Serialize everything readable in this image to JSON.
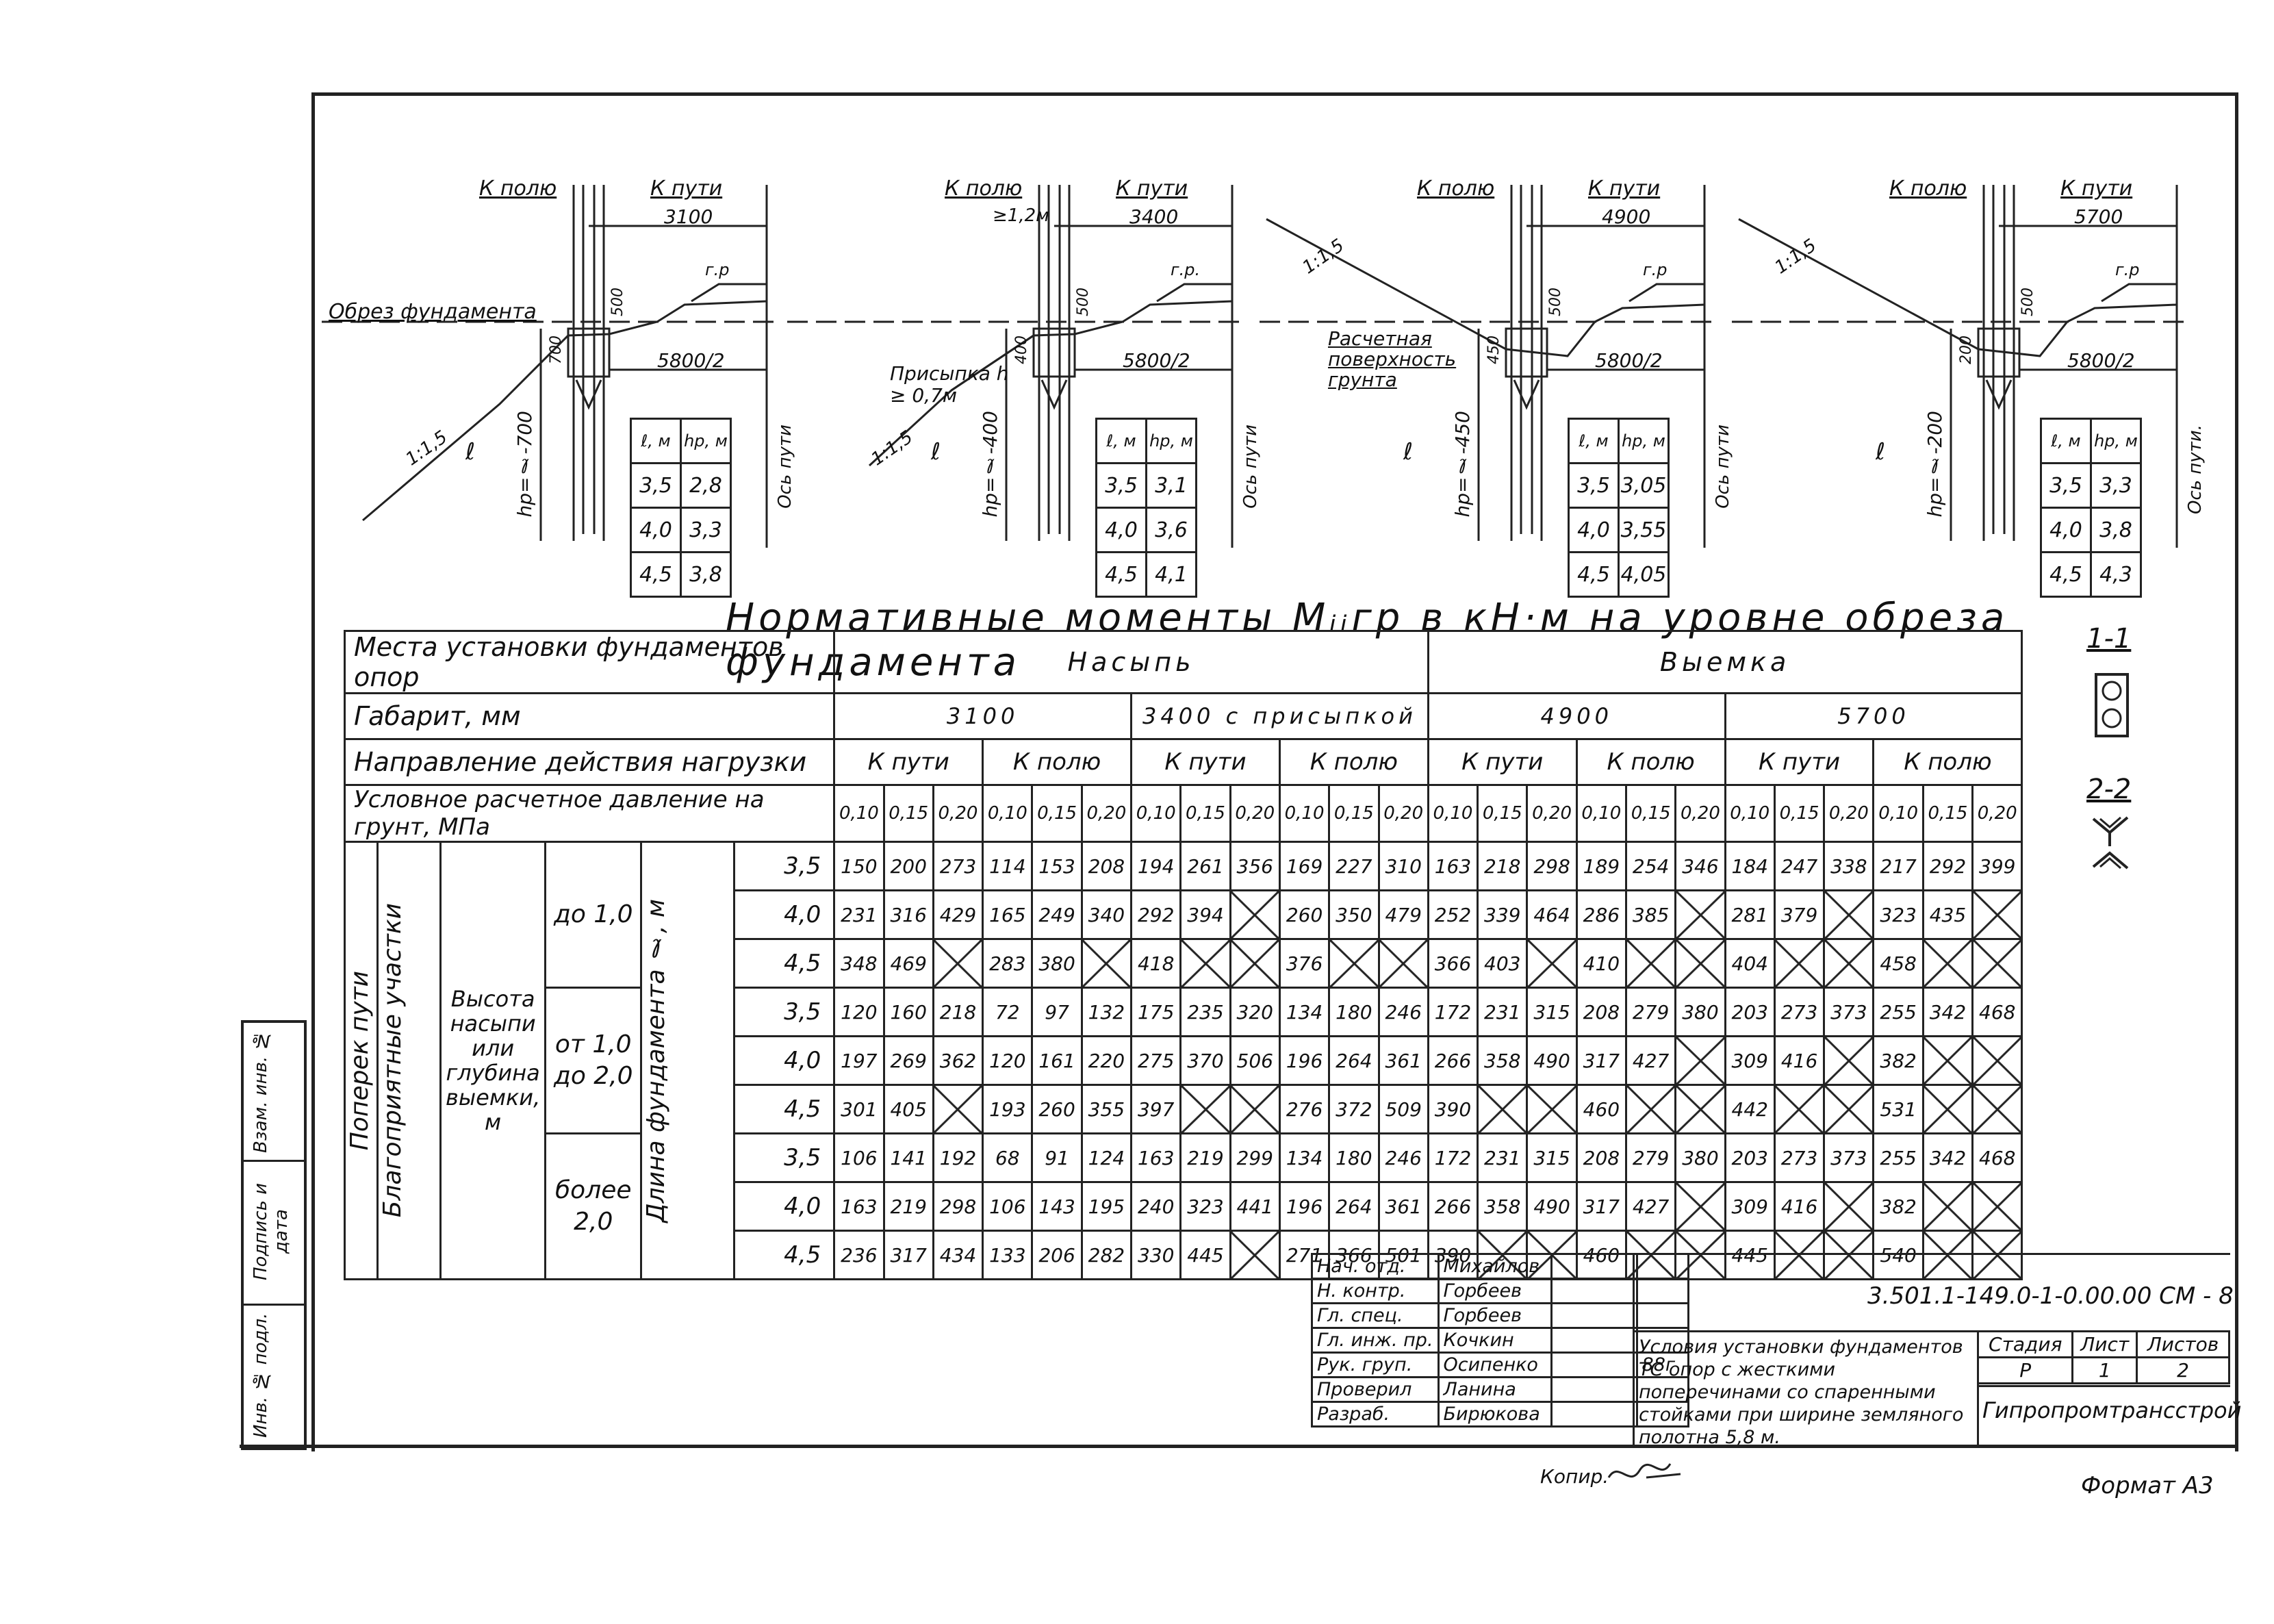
{
  "sketches": [
    {
      "k_polyu": "К полю",
      "k_puti": "К пути",
      "dim_top": "3100",
      "extra_top": "",
      "obrez": "Обрез фундамента",
      "d500": "500",
      "d700": "700",
      "gr": "г.р",
      "half": "5800/2",
      "slope": "1:1,5",
      "prisypka": "",
      "hp_formula": "hр=ℓ-700",
      "os_puti": "Ось пути",
      "ell": "ℓ",
      "level": "",
      "table": {
        "h1": "ℓ, м",
        "h2": "hр, м",
        "rows": [
          [
            "3,5",
            "2,8"
          ],
          [
            "4,0",
            "3,3"
          ],
          [
            "4,5",
            "3,8"
          ]
        ]
      }
    },
    {
      "k_polyu": "К полю",
      "k_puti": "К пути",
      "dim_top": "3400",
      "extra_top": "≥1,2м",
      "obrez": "",
      "d500": "500",
      "d700": "400",
      "gr": "г.р.",
      "half": "5800/2",
      "slope": "1:1,5",
      "prisypka": "Присыпка h ≥ 0,7м",
      "hp_formula": "hр=ℓ-400",
      "os_puti": "Ось пути",
      "ell": "ℓ",
      "level": "",
      "table": {
        "h1": "ℓ, м",
        "h2": "hр, м",
        "rows": [
          [
            "3,5",
            "3,1"
          ],
          [
            "4,0",
            "3,6"
          ],
          [
            "4,5",
            "4,1"
          ]
        ]
      }
    },
    {
      "k_polyu": "К полю",
      "k_puti": "К пути",
      "dim_top": "4900",
      "extra_top": "",
      "obrez": "",
      "d500": "500",
      "d700": "450",
      "gr": "г.р",
      "half": "5800/2",
      "slope": "1:1,5",
      "prisypka": "",
      "hp_formula": "hр=ℓ-450",
      "os_puti": "Ось пути",
      "ell": "ℓ",
      "level": "Расчетная поверхность грунта",
      "table": {
        "h1": "ℓ, м",
        "h2": "hр, м",
        "rows": [
          [
            "3,5",
            "3,05"
          ],
          [
            "4,0",
            "3,55"
          ],
          [
            "4,5",
            "4,05"
          ]
        ]
      }
    },
    {
      "k_polyu": "К полю",
      "k_puti": "К пути",
      "dim_top": "5700",
      "extra_top": "",
      "obrez": "",
      "d500": "500",
      "d700": "200",
      "gr": "г.р",
      "half": "5800/2",
      "slope": "1:1,5",
      "prisypka": "",
      "hp_formula": "hр=ℓ-200",
      "os_puti": "Ось пути.",
      "ell": "ℓ",
      "level": "",
      "table": {
        "h1": "ℓ, м",
        "h2": "hр, м",
        "rows": [
          [
            "3,5",
            "3,3"
          ],
          [
            "4,0",
            "3,8"
          ],
          [
            "4,5",
            "4,3"
          ]
        ]
      }
    }
  ],
  "heading": "Нормативные моменты Mᵢᵢгр в кН·м на уровне обреза фундамента",
  "table": {
    "row_place": "Места установки фундаментов опор",
    "row_gabarit": "Габарит, мм",
    "row_direction": "Направление действия нагрузки",
    "row_pressure": "Условное расчетное давление на грунт, МПа",
    "group_nasyp": "Насыпь",
    "group_vyemka": "Выемка",
    "gab": [
      "3100",
      "3400 с присыпкой",
      "4900",
      "5700"
    ],
    "dir": [
      "К пути",
      "К полю",
      "К пути",
      "К полю",
      "К пути",
      "К полю",
      "К пути",
      "К полю"
    ],
    "pressures": [
      "0,10",
      "0,15",
      "0,20"
    ],
    "side_poperek": "Поперек пути",
    "side_blago": "Благоприятные участки",
    "side_vysota": "Высота насыпи или глубина выемки, м",
    "side_dlina": "Длина фундамента ℓ, м",
    "ranges": [
      "до 1,0",
      "от 1,0 до 2,0",
      "более 2,0"
    ],
    "rows": [
      {
        "len": "3,5",
        "v": [
          "150",
          "200",
          "273",
          "114",
          "153",
          "208",
          "194",
          "261",
          "356",
          "169",
          "227",
          "310",
          "163",
          "218",
          "298",
          "189",
          "254",
          "346",
          "184",
          "247",
          "338",
          "217",
          "292",
          "399"
        ]
      },
      {
        "len": "4,0",
        "v": [
          "231",
          "316",
          "429",
          "165",
          "249",
          "340",
          "292",
          "394",
          "X",
          "260",
          "350",
          "479",
          "252",
          "339",
          "464",
          "286",
          "385",
          "X",
          "281",
          "379",
          "X",
          "323",
          "435",
          "X"
        ]
      },
      {
        "len": "4,5",
        "v": [
          "348",
          "469",
          "X",
          "283",
          "380",
          "X",
          "418",
          "X",
          "X",
          "376",
          "X",
          "X",
          "366",
          "403",
          "X",
          "410",
          "X",
          "X",
          "404",
          "X",
          "X",
          "458",
          "X",
          "X"
        ]
      },
      {
        "len": "3,5",
        "v": [
          "120",
          "160",
          "218",
          "72",
          "97",
          "132",
          "175",
          "235",
          "320",
          "134",
          "180",
          "246",
          "172",
          "231",
          "315",
          "208",
          "279",
          "380",
          "203",
          "273",
          "373",
          "255",
          "342",
          "468"
        ]
      },
      {
        "len": "4,0",
        "v": [
          "197",
          "269",
          "362",
          "120",
          "161",
          "220",
          "275",
          "370",
          "506",
          "196",
          "264",
          "361",
          "266",
          "358",
          "490",
          "317",
          "427",
          "X",
          "309",
          "416",
          "X",
          "382",
          "X",
          "X"
        ]
      },
      {
        "len": "4,5",
        "v": [
          "301",
          "405",
          "X",
          "193",
          "260",
          "355",
          "397",
          "X",
          "X",
          "276",
          "372",
          "509",
          "390",
          "X",
          "X",
          "460",
          "X",
          "X",
          "442",
          "X",
          "X",
          "531",
          "X",
          "X"
        ]
      },
      {
        "len": "3,5",
        "v": [
          "106",
          "141",
          "192",
          "68",
          "91",
          "124",
          "163",
          "219",
          "299",
          "134",
          "180",
          "246",
          "172",
          "231",
          "315",
          "208",
          "279",
          "380",
          "203",
          "273",
          "373",
          "255",
          "342",
          "468"
        ]
      },
      {
        "len": "4,0",
        "v": [
          "163",
          "219",
          "298",
          "106",
          "143",
          "195",
          "240",
          "323",
          "441",
          "196",
          "264",
          "361",
          "266",
          "358",
          "490",
          "317",
          "427",
          "X",
          "309",
          "416",
          "X",
          "382",
          "X",
          "X"
        ]
      },
      {
        "len": "4,5",
        "v": [
          "236",
          "317",
          "434",
          "133",
          "206",
          "282",
          "330",
          "445",
          "X",
          "271",
          "366",
          "501",
          "390",
          "X",
          "X",
          "460",
          "X",
          "X",
          "445",
          "X",
          "X",
          "540",
          "X",
          "X"
        ]
      }
    ]
  },
  "sections": {
    "s1": "1-1",
    "s2": "2-2"
  },
  "side_stamp": [
    "Инв. № подл.",
    "Подпись и дата",
    "Взам. инв. №"
  ],
  "stamp": {
    "rows": [
      [
        "Нач. отд.",
        "Михайлов",
        "",
        ""
      ],
      [
        "Н. контр.",
        "Горбеев",
        "",
        ""
      ],
      [
        "Гл. спец.",
        "Горбеев",
        "",
        ""
      ],
      [
        "Гл. инж. пр.",
        "Кочкин",
        "",
        ""
      ],
      [
        "Рук. груп.",
        "Осипенко",
        "",
        "88г"
      ],
      [
        "Проверил",
        "Ланина",
        "",
        ""
      ],
      [
        "Разраб.",
        "Бирюкова",
        "",
        ""
      ]
    ],
    "code": "3.501.1-149.0-1-0.00.00 СМ - 8",
    "title": "Условия установки фундаментов ТС опор с жесткими поперечинами со спаренными стойками при ширине земляного полотна 5,8 м.",
    "stadia_label": "Стадия",
    "list_label": "Лист",
    "listov_label": "Листов",
    "stadia": "Р",
    "list": "1",
    "listov": "2",
    "org": "Гипропромтрансстрой"
  },
  "copy": "Копир.",
  "format": "Формат А3"
}
